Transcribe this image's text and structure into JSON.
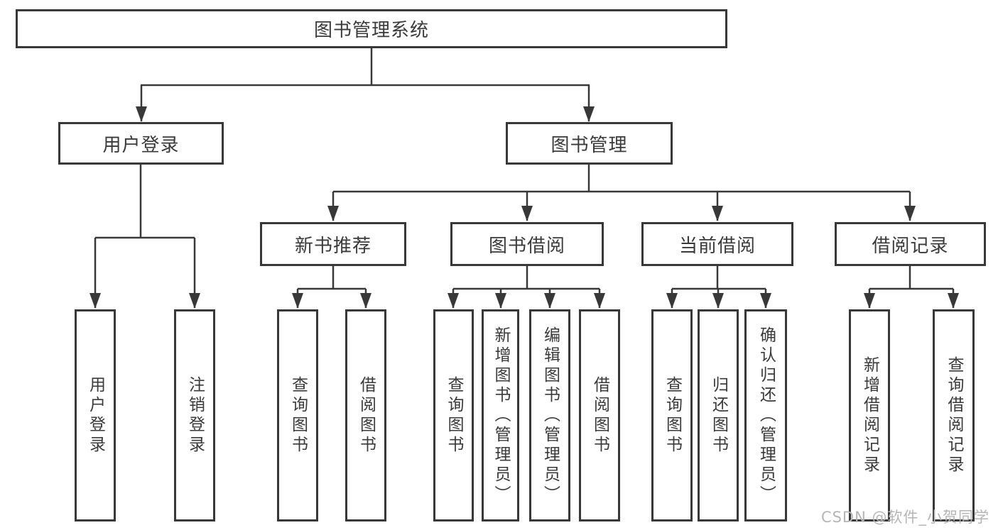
{
  "tree": {
    "root": "图书管理系统",
    "branches": [
      {
        "label": "用户登录",
        "children": [
          "用户登录",
          "注销登录"
        ]
      },
      {
        "label": "图书管理",
        "children": [
          {
            "label": "新书推荐",
            "children": [
              "查询图书",
              "借阅图书"
            ]
          },
          {
            "label": "图书借阅",
            "children": [
              "查询图书",
              "新增图书（管理员）",
              "编辑图书（管理员）",
              "借阅图书"
            ]
          },
          {
            "label": "当前借阅",
            "children": [
              "查询图书",
              "归还图书",
              "确认归还（管理员）"
            ]
          },
          {
            "label": "借阅记录",
            "children": [
              "新增借阅记录",
              "查询借阅记录"
            ]
          }
        ]
      }
    ]
  },
  "watermark": "CSDN @软件_小贺同学",
  "colors": {
    "line": "#383838",
    "text": "#3a3a3a",
    "watermark": "#b5b5b5",
    "background": "#ffffff"
  }
}
